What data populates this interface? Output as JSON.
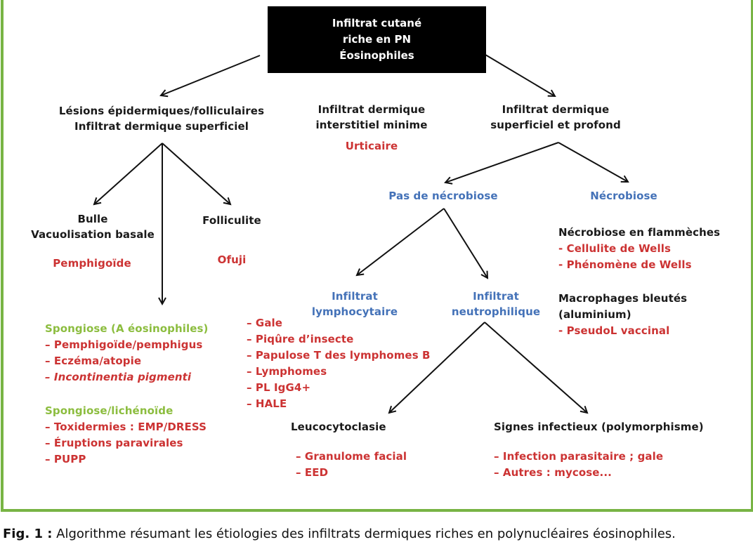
{
  "root": {
    "lines": [
      "Infiltrat cutané",
      "riche en PN",
      "Éosinophiles"
    ]
  },
  "level1": {
    "left": {
      "lines": [
        "Lésions épidermiques/folliculaires",
        "Infiltrat dermique superficiel"
      ]
    },
    "middle": {
      "lines": [
        "Infiltrat dermique",
        "interstitiel minime"
      ],
      "diagnosis": "Urticaire"
    },
    "right": {
      "lines": [
        "Infiltrat dermique",
        "superficiel et profond"
      ]
    }
  },
  "left_branch": {
    "bulle": {
      "lines": [
        "Bulle",
        "Vacuolisation basale"
      ],
      "diagnosis": "Pemphigoïde"
    },
    "folliculite": {
      "label": "Folliculite",
      "diagnosis": "Ofuji"
    },
    "spongiose_eos": {
      "title": "Spongiose (A éosinophiles)",
      "items": [
        "– Pemphigoïde/pemphigus",
        "– Eczéma/atopie",
        "– Incontinentia pigmenti"
      ],
      "italic_item_index": 2
    },
    "spongiose_lich": {
      "title": "Spongiose/lichénoïde",
      "items": [
        "– Toxidermies : EMP/DRESS",
        "– Éruptions paravirales",
        "– PUPP"
      ]
    }
  },
  "right_branch": {
    "pas_necrobiose": {
      "label": "Pas de nécrobiose"
    },
    "necrobiose": {
      "label": "Nécrobiose"
    },
    "lympho": {
      "lines": [
        "Infiltrat",
        "lymphocytaire"
      ],
      "items": [
        "– Gale",
        "– Piqûre d’insecte",
        "– Papulose T des lymphomes B",
        "– Lymphomes",
        "– PL IgG4+",
        "– HALE"
      ]
    },
    "neutro": {
      "lines": [
        "Infiltrat",
        "neutrophilique"
      ]
    },
    "leuco": {
      "label": "Leucocytoclasie",
      "items": [
        "– Granulome facial",
        "– EED"
      ]
    },
    "infect": {
      "label": "Signes infectieux (polymorphisme)",
      "items": [
        "– Infection parasitaire ; gale",
        "– Autres : mycose..."
      ]
    },
    "flammeches": {
      "title": "Nécrobiose en flammèches",
      "items": [
        "- Cellulite de Wells",
        "- Phénomène de Wells"
      ]
    },
    "macrophages": {
      "lines": [
        "Macrophages bleutés",
        "(aluminium)"
      ],
      "items": [
        "- PseudoL vaccinal"
      ]
    }
  },
  "caption": {
    "label": "Fig. 1 :",
    "text": " Algorithme résumant les étiologies des infiltrats dermiques riches en polynucléaires éosinophiles."
  },
  "colors": {
    "frame": "#78b444",
    "diagnosis": "#cc3333",
    "category": "#4472b8",
    "subheading": "#8cbd3f",
    "root_bg": "#000000"
  }
}
